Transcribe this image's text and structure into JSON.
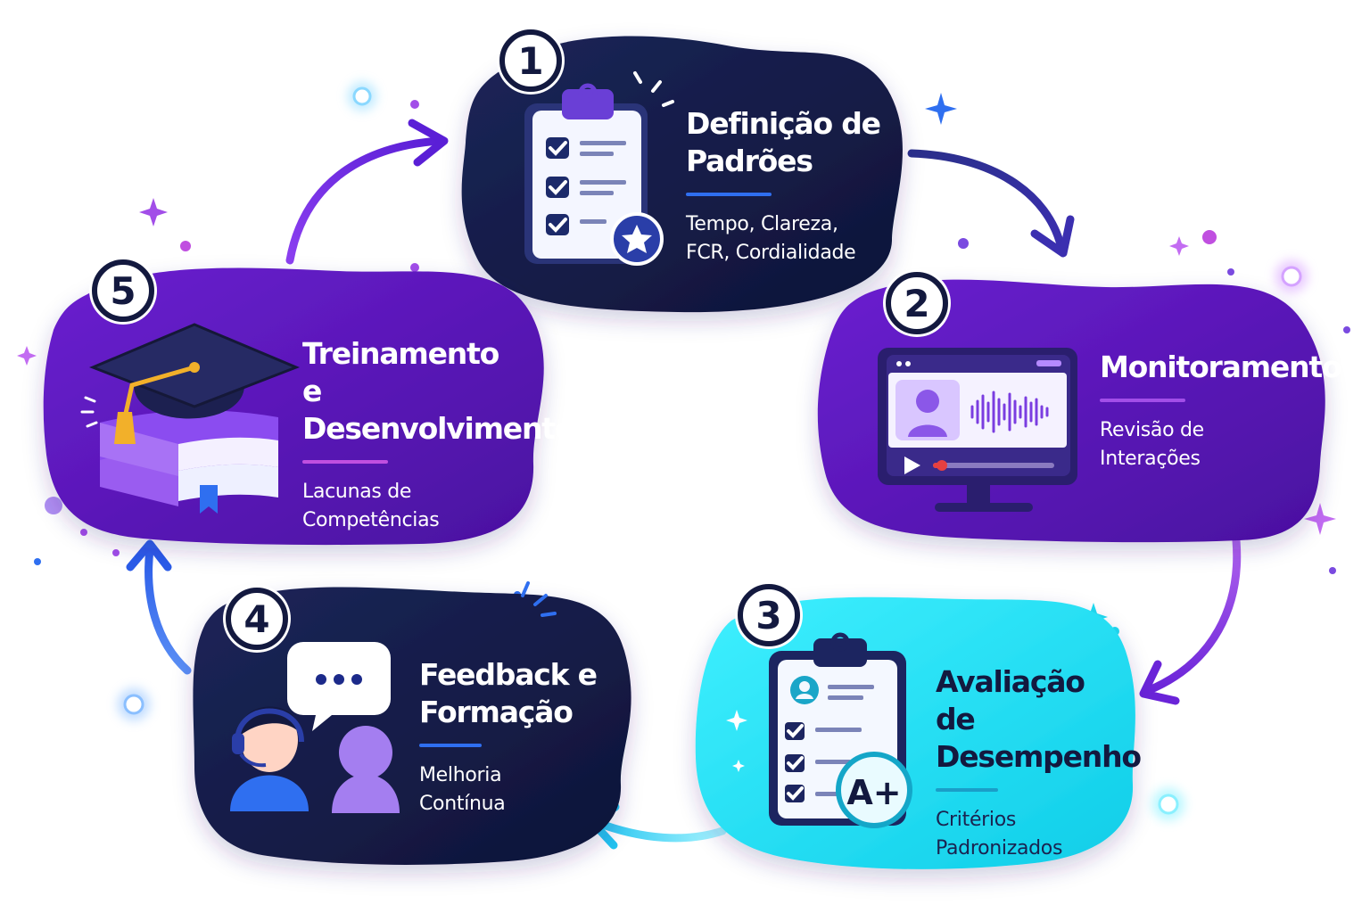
{
  "steps": [
    {
      "number": "1",
      "title_line1": "Definição de",
      "title_line2": "Padrões",
      "desc_line1": "Tempo, Clareza,",
      "desc_line2": "FCR, Cordialidade",
      "icon": "clipboard-checklist-star-icon"
    },
    {
      "number": "2",
      "title_line1": "Monitoramento",
      "title_line2": "",
      "desc_line1": "Revisão de",
      "desc_line2": "Interações",
      "icon": "monitor-audio-icon"
    },
    {
      "number": "3",
      "title_line1": "Avaliação de",
      "title_line2": "Desempenho",
      "desc_line1": "Critérios",
      "desc_line2": "Padronizados",
      "icon": "clipboard-grade-icon",
      "grade": "A+"
    },
    {
      "number": "4",
      "title_line1": "Feedback e",
      "title_line2": "Formação",
      "desc_line1": "Melhoria",
      "desc_line2": "Contínua",
      "icon": "agent-feedback-icon"
    },
    {
      "number": "5",
      "title_line1": "Treinamento e",
      "title_line2": "Desenvolvimento",
      "desc_line1": "Lacunas de",
      "desc_line2": "Competências",
      "icon": "graduation-cap-book-icon"
    }
  ],
  "colors": {
    "navy": "#121a45",
    "purple": "#5a14b8",
    "cyan": "#14e2f5",
    "accent_blue": "#2f6ff0",
    "accent_violet": "#a24ee8"
  }
}
